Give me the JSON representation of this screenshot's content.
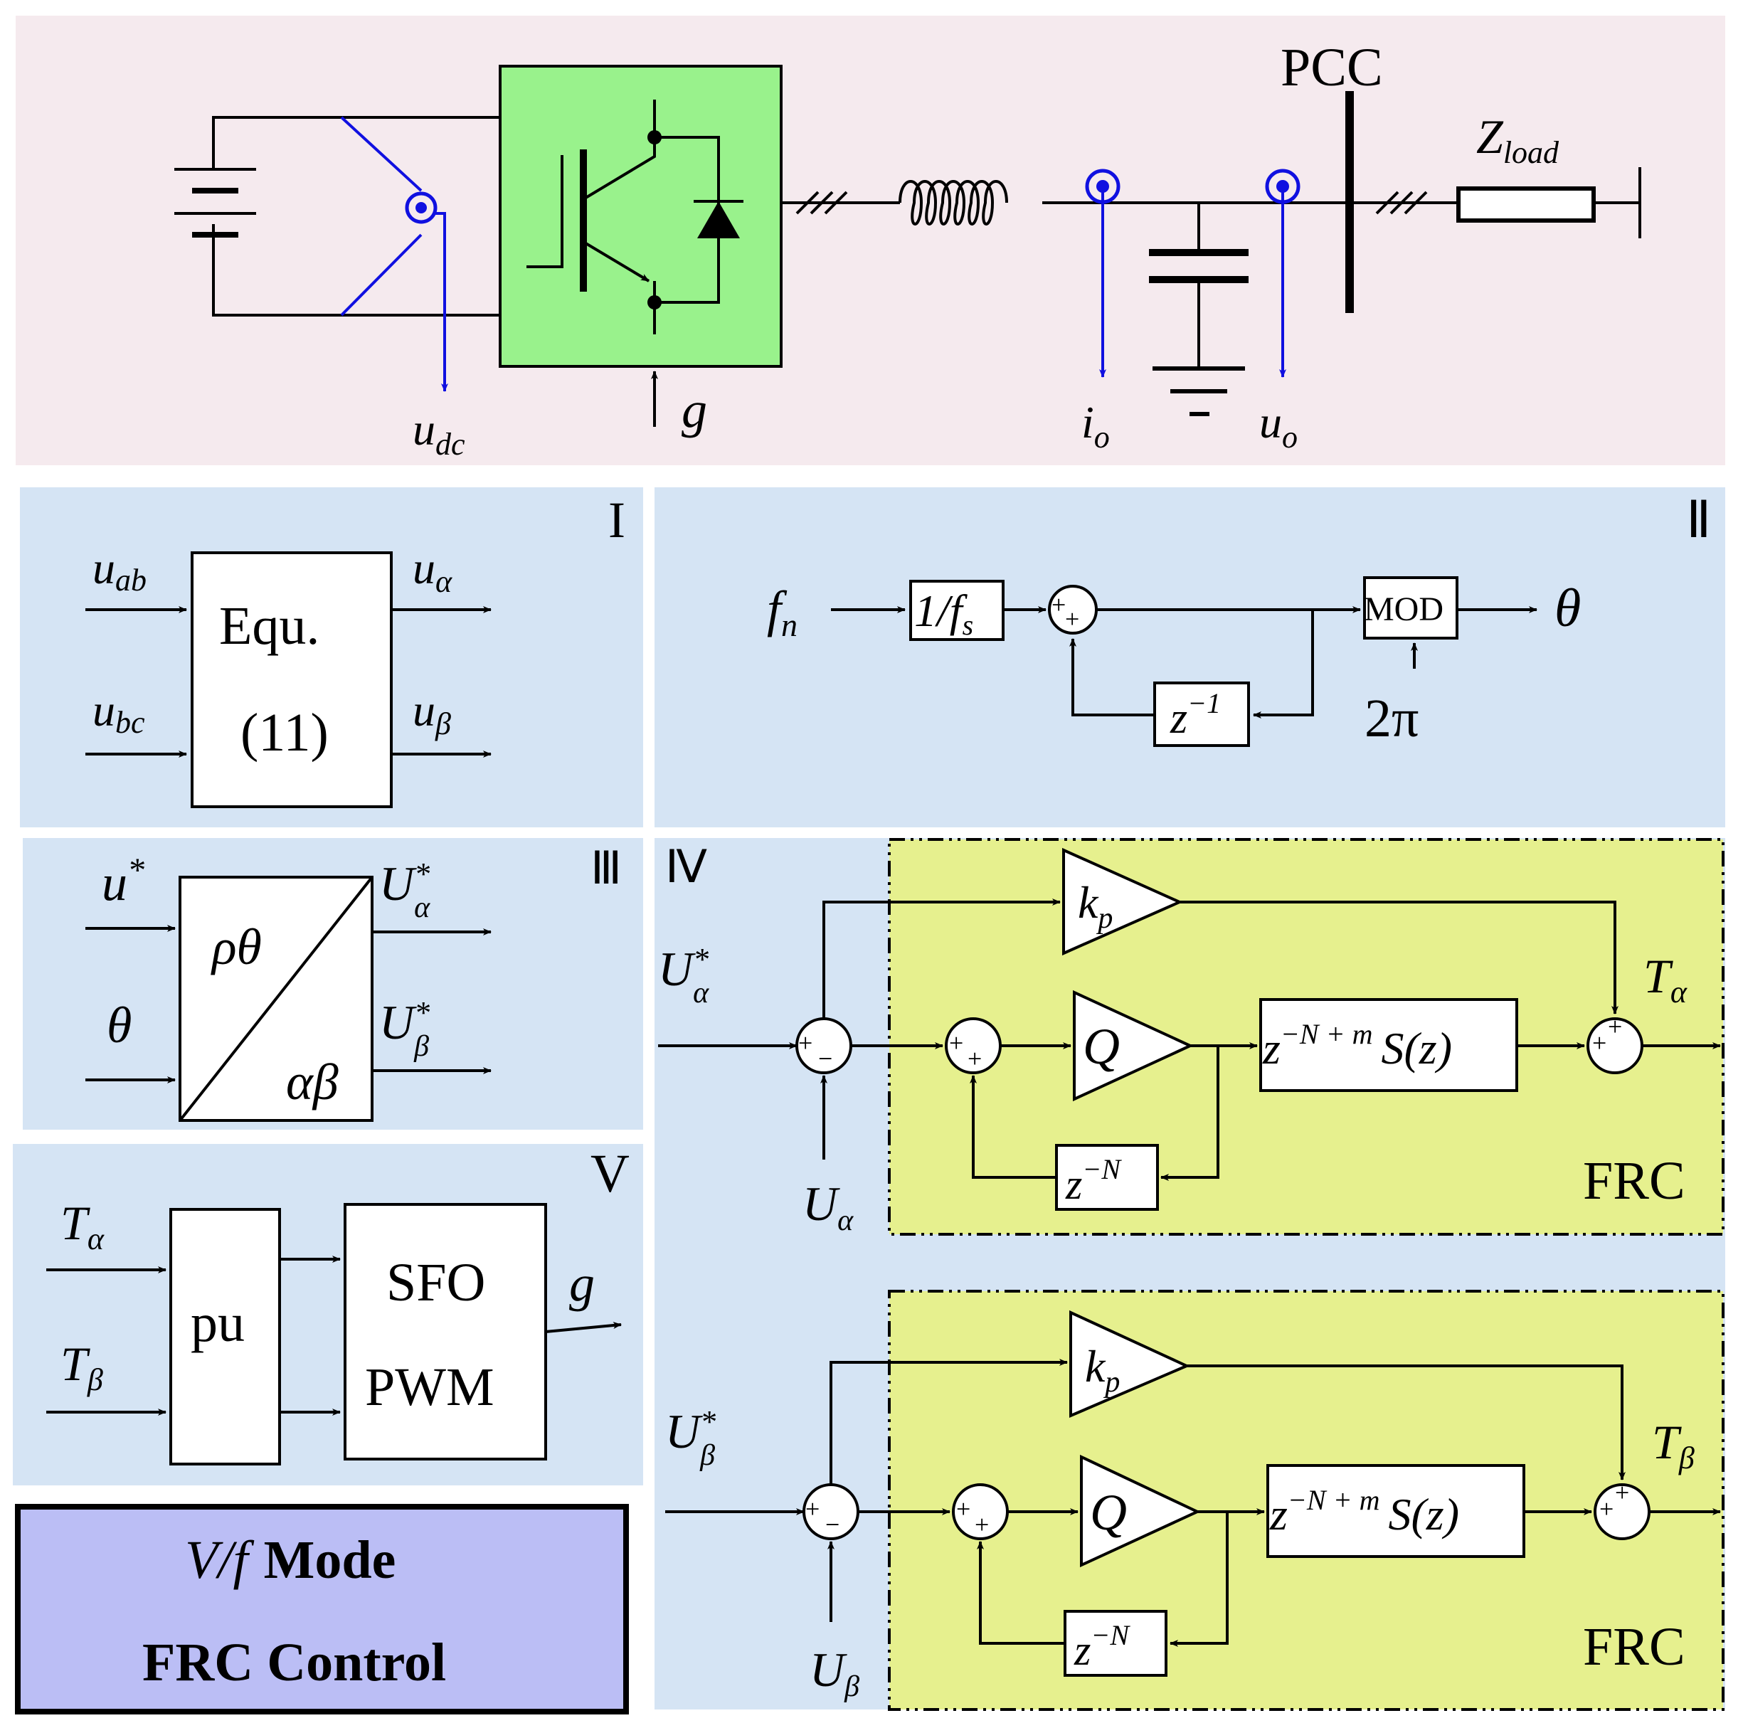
{
  "colors": {
    "top_panel": "#f5eaee",
    "panel_blue": "#d5e4f4",
    "inverter_green": "#99f28c",
    "frc_yellow": "#e6f08e",
    "mode_box": "#bbbef5",
    "measure_blue": "#1010e0"
  },
  "circuit": {
    "pcc": "PCC",
    "z": "Z",
    "z_sub": "load",
    "udc": "u",
    "udc_sub": "dc",
    "g": "g",
    "io": "i",
    "io_sub": "o",
    "uo": "u",
    "uo_sub": "o"
  },
  "panel1": {
    "roman": "I",
    "in1": "u",
    "in1_sub": "ab",
    "in2": "u",
    "in2_sub": "bc",
    "block_line1": "Equ.",
    "block_line2": "(11)",
    "out1": "u",
    "out1_sub": "α",
    "out2": "u",
    "out2_sub": "β"
  },
  "panel2": {
    "roman": "Ⅱ",
    "in": "f",
    "in_sub": "n",
    "gain_a": "1/f",
    "gain_sub": "s",
    "delay": "z",
    "delay_sup": "−1",
    "mod": "MOD",
    "mod_in": "2π",
    "out": "θ",
    "plus": "+"
  },
  "panel3": {
    "roman": "Ⅲ",
    "in1": "u",
    "in1_sup": "*",
    "in2": "θ",
    "block_top": "ρθ",
    "block_bottom": "αβ",
    "out1": "U",
    "out1_sub": "α",
    "out1_sup": "*",
    "out2": "U",
    "out2_sub": "β",
    "out2_sup": "*"
  },
  "panel4": {
    "roman": "Ⅳ",
    "frc_label": "FRC",
    "kp": "k",
    "kp_sub": "p",
    "q": "Q",
    "filter": "z",
    "filter_sup": "−N + m",
    "filter_tail": "S(z)",
    "delay": "z",
    "delay_sup": "−N",
    "plus": "+",
    "minus": "−",
    "alpha": {
      "ref": "U",
      "ref_sub": "α",
      "ref_sup": "*",
      "fb": "U",
      "fb_sub": "α",
      "out": "T",
      "out_sub": "α"
    },
    "beta": {
      "ref": "U",
      "ref_sub": "β",
      "ref_sup": "*",
      "fb": "U",
      "fb_sub": "β",
      "out": "T",
      "out_sub": "β"
    }
  },
  "panel5": {
    "roman": "V",
    "in1": "T",
    "in1_sub": "α",
    "in2": "T",
    "in2_sub": "β",
    "pu": "pu",
    "sfo1": "SFO",
    "sfo2": "PWM",
    "out": "g"
  },
  "mode": {
    "line1_italic": "V/f",
    "line1_rest": "Mode",
    "line2": "FRC Control"
  }
}
